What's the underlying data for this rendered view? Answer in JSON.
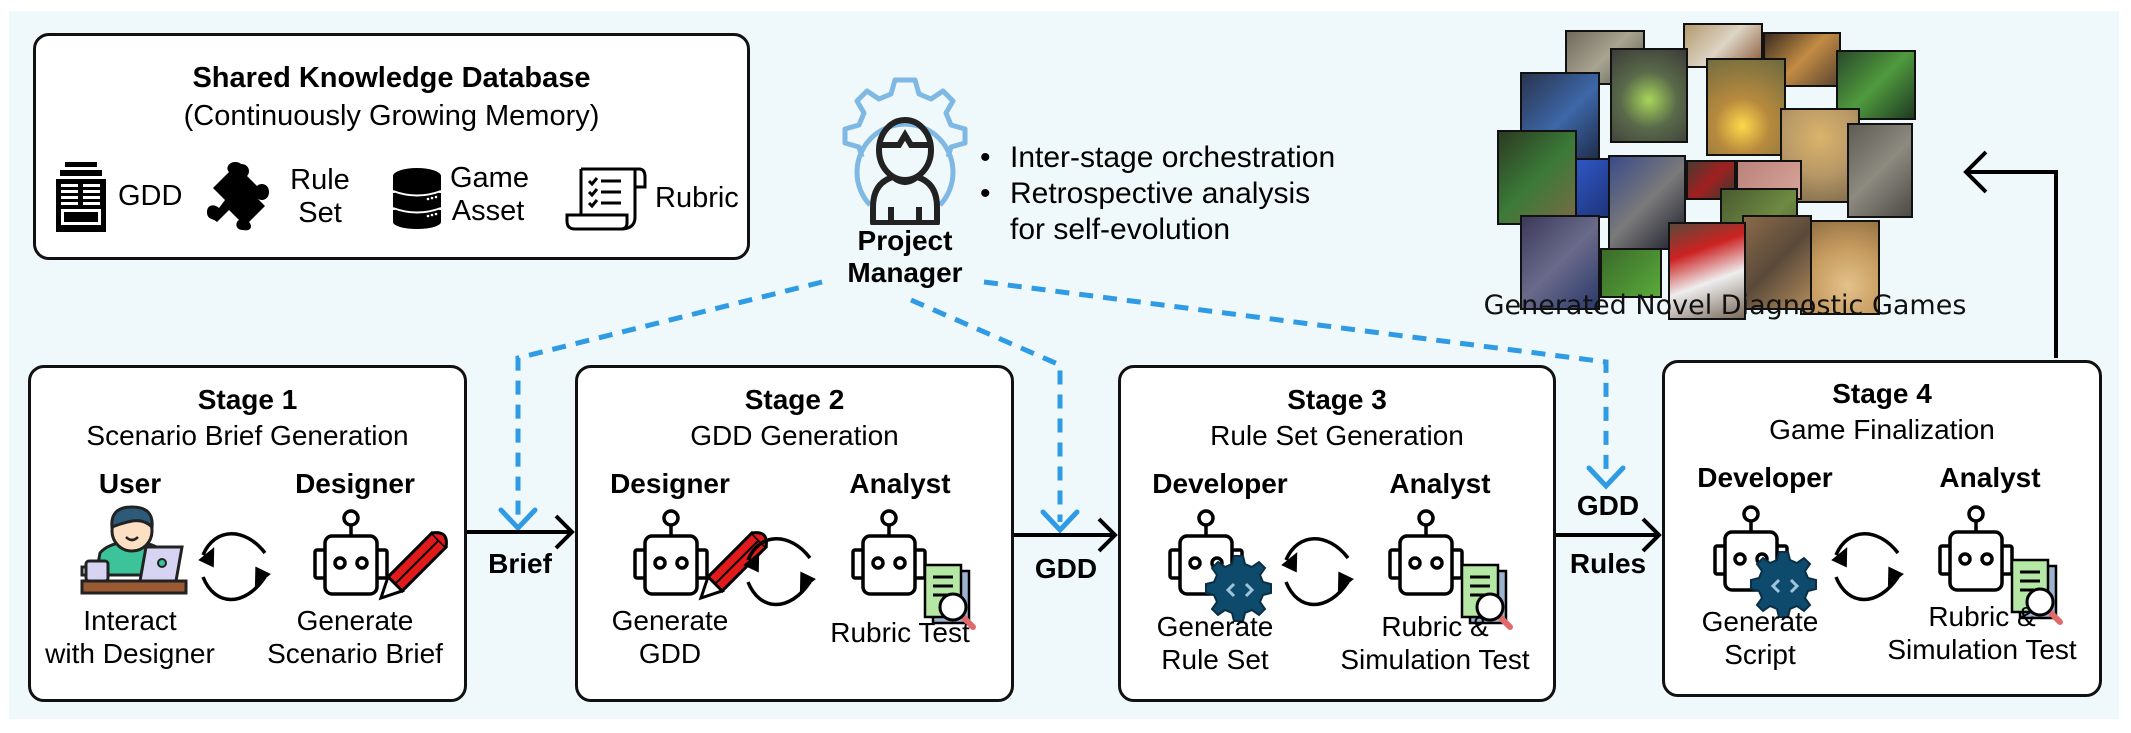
{
  "database": {
    "title": "Shared Knowledge Database",
    "subtitle": "(Continuously Growing Memory)",
    "items": [
      {
        "icon": "document-icon",
        "label_lines": [
          "GDD"
        ]
      },
      {
        "icon": "puzzle-icon",
        "label_lines": [
          "Rule",
          "Set"
        ]
      },
      {
        "icon": "database-icon",
        "label_lines": [
          "Game",
          "Asset"
        ]
      },
      {
        "icon": "checklist-scroll-icon",
        "label_lines": [
          "Rubric"
        ]
      }
    ]
  },
  "project_manager": {
    "label_lines": [
      "Project",
      "Manager"
    ],
    "bullets": [
      "Inter-stage orchestration",
      "Retrospective analysis",
      "for self-evolution"
    ],
    "bullet_marker": "•",
    "accent_color": "#2f9be4"
  },
  "output": {
    "caption": "Generated Novel Diagnostic Games",
    "thumbnail_count": 20
  },
  "stages": [
    {
      "title": "Stage 1",
      "subtitle": "Scenario Brief Generation",
      "left": {
        "role": "User",
        "desc_lines": [
          "Interact",
          "with Designer"
        ],
        "icon": "user-laptop-icon"
      },
      "right": {
        "role": "Designer",
        "desc_lines": [
          "Generate",
          "Scenario Brief"
        ],
        "icon": "robot-pencil-icon"
      }
    },
    {
      "title": "Stage 2",
      "subtitle": "GDD Generation",
      "left": {
        "role": "Designer",
        "desc_lines": [
          "Generate",
          "GDD"
        ],
        "icon": "robot-pencil-icon"
      },
      "right": {
        "role": "Analyst",
        "desc_lines": [
          "Rubric Test"
        ],
        "icon": "robot-inspect-icon"
      }
    },
    {
      "title": "Stage 3",
      "subtitle": "Rule Set Generation",
      "left": {
        "role": "Developer",
        "desc_lines": [
          "Generate",
          "Rule Set"
        ],
        "icon": "robot-code-gear-icon"
      },
      "right": {
        "role": "Analyst",
        "desc_lines": [
          "Rubric &",
          "Simulation Test"
        ],
        "icon": "robot-inspect-icon"
      }
    },
    {
      "title": "Stage 4",
      "subtitle": "Game Finalization",
      "left": {
        "role": "Developer",
        "desc_lines": [
          "Generate",
          "Script"
        ],
        "icon": "robot-code-gear-icon"
      },
      "right": {
        "role": "Analyst",
        "desc_lines": [
          "Rubric &",
          "Simulation Test"
        ],
        "icon": "robot-inspect-icon"
      }
    }
  ],
  "flows": [
    {
      "from": "Stage 1",
      "to": "Stage 2",
      "labels": [
        "Brief"
      ]
    },
    {
      "from": "Stage 2",
      "to": "Stage 3",
      "labels": [
        "GDD"
      ]
    },
    {
      "from": "Stage 3",
      "to": "Stage 4",
      "labels": [
        "GDD",
        "Rules"
      ]
    }
  ],
  "colors": {
    "background": "#eff8fa",
    "dashed_orchestration": "#2f9be4",
    "pencil": "#e11b1b",
    "gear": "#0e4a6b",
    "document": "#b6e8a5",
    "user_shirt": "#3cc39a",
    "user_hair": "#2e5a7a",
    "pm_gear": "#7fb9e3"
  }
}
